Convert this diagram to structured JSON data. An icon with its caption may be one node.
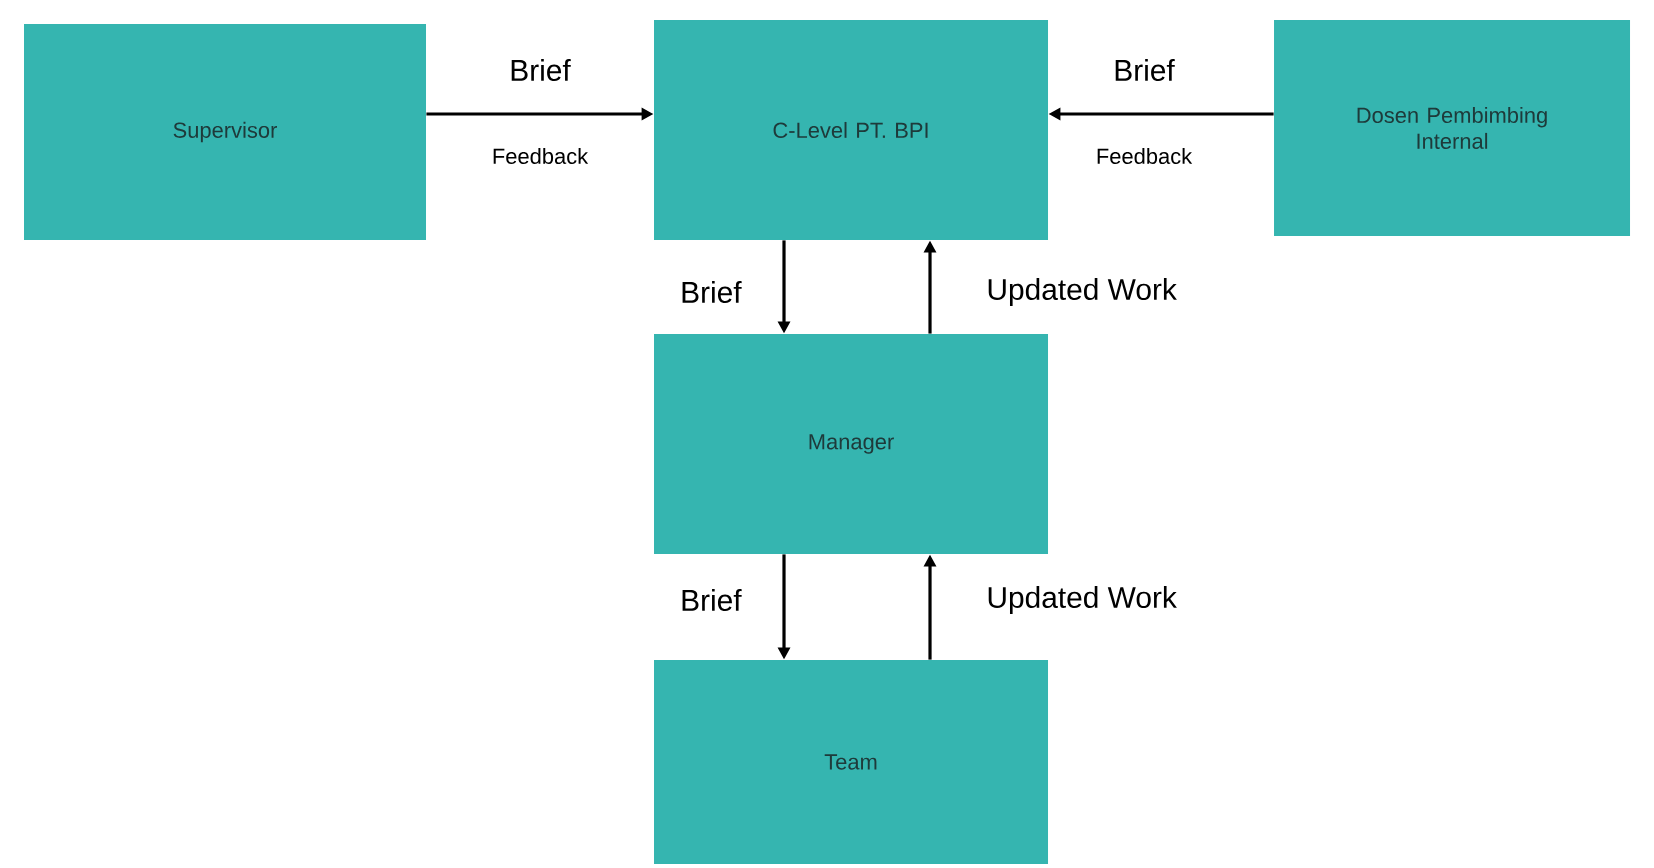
{
  "diagram": {
    "nodes": [
      {
        "text": [
          "Supervisor"
        ]
      },
      {
        "text": [
          "C-Level PT. BPI"
        ]
      },
      {
        "text": [
          "Dosen Pembimbing Internal"
        ]
      },
      {
        "text": [
          "Manager"
        ]
      },
      {
        "text": [
          "Team"
        ]
      }
    ],
    "edges": [
      {
        "from": 0,
        "to": 1,
        "arrow": "to",
        "label": "Brief"
      },
      {
        "from": 2,
        "to": 1,
        "arrow": "to",
        "label": "Brief"
      },
      {
        "from": 1,
        "to": 3,
        "arrow": "to",
        "label": "Brief"
      },
      {
        "from": 3,
        "to": 1,
        "arrow": "to",
        "label": "Updated Work"
      },
      {
        "from": 3,
        "to": 4,
        "arrow": "to",
        "label": "Brief"
      },
      {
        "from": 4,
        "to": 3,
        "arrow": "to",
        "label": "Updated Work"
      }
    ],
    "labels": [
      "Feedback",
      "Feedback"
    ]
  }
}
